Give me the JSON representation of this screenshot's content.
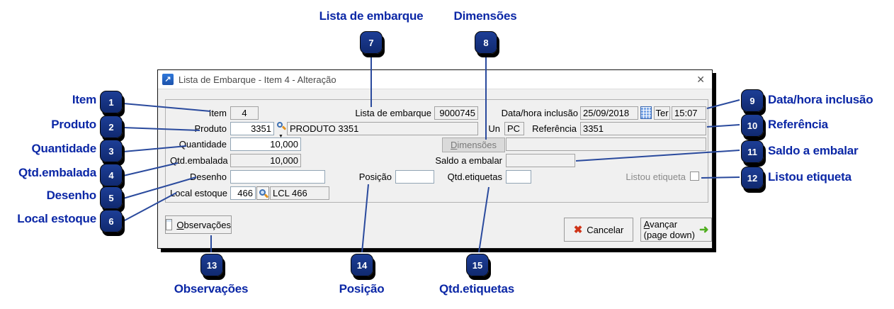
{
  "window": {
    "title": "Lista de Embarque - Item 4 - Alteração",
    "close_glyph": "✕",
    "app_icon_glyph": "↗"
  },
  "form": {
    "item": {
      "label": "Item",
      "value": "4"
    },
    "lista_embarque": {
      "label": "Lista de embarque",
      "value": "9000745"
    },
    "data_hora_inclusao": {
      "label": "Data/hora inclusão",
      "date": "25/09/2018",
      "weekday": "Ter",
      "time": "15:07"
    },
    "produto": {
      "label": "Produto",
      "code": "3351",
      "description": "PRODUTO 3351"
    },
    "un": {
      "label": "Un",
      "value": "PC"
    },
    "referencia": {
      "label": "Referência",
      "value": "3351"
    },
    "quantidade": {
      "label": "Quantidade",
      "value": "10,000"
    },
    "qtd_embalada": {
      "label": "Qtd.embalada",
      "value": "10,000"
    },
    "dimensoes_value": "",
    "saldo_a_embalar": {
      "label": "Saldo a embalar",
      "value": ""
    },
    "desenho": {
      "label": "Desenho",
      "value": ""
    },
    "posicao": {
      "label": "Posição",
      "value": ""
    },
    "qtd_etiquetas": {
      "label": "Qtd.etiquetas",
      "value": ""
    },
    "listou_etiqueta": {
      "label": "Listou etiqueta",
      "checked": false
    },
    "local_estoque": {
      "label": "Local estoque",
      "code": "466",
      "description": "LCL 466"
    }
  },
  "buttons": {
    "dimensoes": {
      "mnemonic": "D",
      "rest": "imensões"
    },
    "observacoes": {
      "mnemonic": "O",
      "rest": "bservações"
    },
    "cancelar": {
      "label": "Cancelar",
      "icon_glyph": "✖"
    },
    "avancar": {
      "mnemonic": "A",
      "rest": "vançar",
      "line2": "(page down)",
      "icon_glyph": "➜"
    }
  },
  "callouts": {
    "c1": {
      "n": "1",
      "label": "Item"
    },
    "c2": {
      "n": "2",
      "label": "Produto"
    },
    "c3": {
      "n": "3",
      "label": "Quantidade"
    },
    "c4": {
      "n": "4",
      "label": "Qtd.embalada"
    },
    "c5": {
      "n": "5",
      "label": "Desenho"
    },
    "c6": {
      "n": "6",
      "label": "Local estoque"
    },
    "c7": {
      "n": "7",
      "label": "Lista de embarque"
    },
    "c8": {
      "n": "8",
      "label": "Dimensões"
    },
    "c9": {
      "n": "9",
      "label": "Data/hora inclusão"
    },
    "c10": {
      "n": "10",
      "label": "Referência"
    },
    "c11": {
      "n": "11",
      "label": "Saldo a embalar"
    },
    "c12": {
      "n": "12",
      "label": "Listou etiqueta"
    },
    "c13": {
      "n": "13",
      "label": "Observações"
    },
    "c14": {
      "n": "14",
      "label": "Posição"
    },
    "c15": {
      "n": "15",
      "label": "Qtd.etiquetas"
    }
  },
  "colors": {
    "badge_blue": "#122f80",
    "callout_text_blue": "#0b27a6",
    "leader_line_blue": "#2a4a9d",
    "dialog_bg": "#f0f0f0",
    "cancel_red": "#cf3418",
    "forward_green": "#4fae1f"
  }
}
